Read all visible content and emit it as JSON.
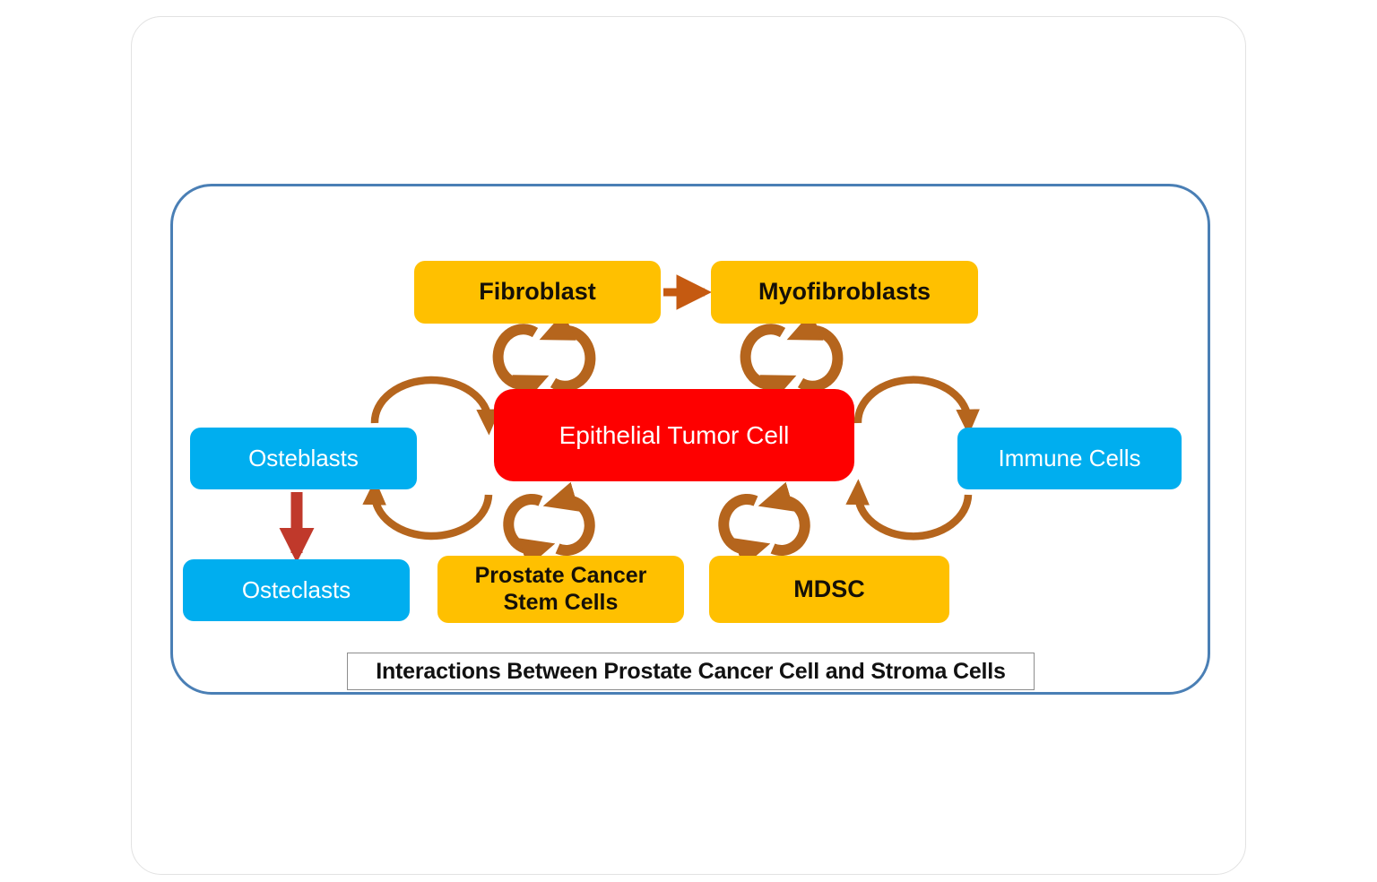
{
  "figure": {
    "caption": "Interactions Between Prostate Cancer Cell and Stroma Cells",
    "colors": {
      "yellow_node": "#FFC000",
      "blue_node": "#00AEEF",
      "red_node": "#FE0000",
      "cycle_arrow": "#B5651D",
      "straight_arrow_horizontal": "#C55A11",
      "straight_arrow_vertical": "#C0392B",
      "inner_frame_border": "#4A7FB5",
      "outer_frame_border": "#E2E2E2",
      "caption_border": "#8D8D8D"
    }
  },
  "nodes": {
    "fibroblast": {
      "label": "Fibroblast",
      "color": "yellow"
    },
    "myofibroblasts": {
      "label": "Myofibroblasts",
      "color": "yellow"
    },
    "tumor": {
      "label": "Epithelial Tumor Cell",
      "color": "red"
    },
    "osteoblasts": {
      "label": "Osteblasts",
      "color": "blue"
    },
    "osteoclasts": {
      "label": "Osteclasts",
      "color": "blue"
    },
    "immune": {
      "label": "Immune Cells",
      "color": "blue"
    },
    "pcsc": {
      "label_line1": "Prostate Cancer",
      "label_line2": "Stem Cells",
      "color": "yellow"
    },
    "mdsc": {
      "label": "MDSC",
      "color": "yellow"
    }
  },
  "edges": [
    {
      "name": "fibroblast-to-myofibroblasts",
      "from": "fibroblast",
      "to": "myofibroblasts",
      "type": "straight-arrow",
      "direction": "right"
    },
    {
      "name": "osteoblasts-to-osteoclasts",
      "from": "osteoblasts",
      "to": "osteoclasts",
      "type": "straight-arrow",
      "direction": "down"
    },
    {
      "name": "fibroblast-tumor-cycle",
      "from": "fibroblast",
      "to": "tumor",
      "type": "bidirectional-cycle",
      "orientation": "vertical"
    },
    {
      "name": "myofibroblasts-tumor-cycle",
      "from": "myofibroblasts",
      "to": "tumor",
      "type": "bidirectional-cycle",
      "orientation": "vertical"
    },
    {
      "name": "pcsc-tumor-cycle",
      "from": "pcsc",
      "to": "tumor",
      "type": "bidirectional-cycle",
      "orientation": "vertical"
    },
    {
      "name": "mdsc-tumor-cycle",
      "from": "mdsc",
      "to": "tumor",
      "type": "bidirectional-cycle",
      "orientation": "vertical"
    },
    {
      "name": "osteoblasts-tumor-cycle",
      "from": "osteoblasts",
      "to": "tumor",
      "type": "bidirectional-cycle",
      "orientation": "horizontal"
    },
    {
      "name": "tumor-immune-cycle",
      "from": "tumor",
      "to": "immune",
      "type": "bidirectional-cycle",
      "orientation": "horizontal"
    }
  ]
}
